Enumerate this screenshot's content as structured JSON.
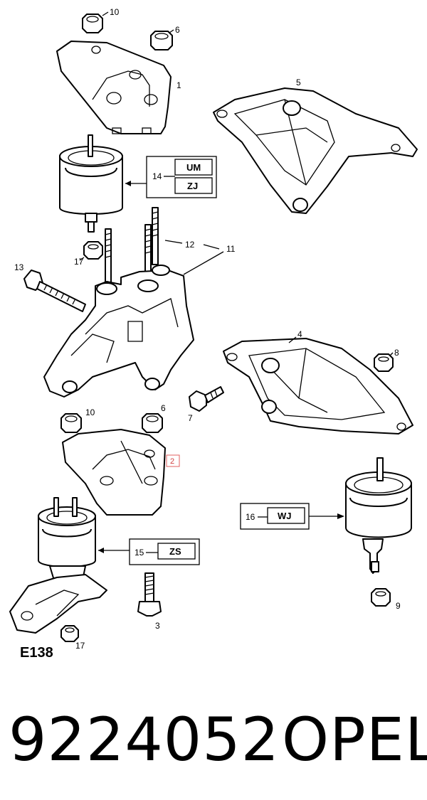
{
  "diagram": {
    "reference": "E138",
    "callouts": {
      "c1": "1",
      "c2": "2",
      "c3": "3",
      "c4": "4",
      "c5": "5",
      "c6a": "6",
      "c6b": "6",
      "c7": "7",
      "c8": "8",
      "c9": "9",
      "c10a": "10",
      "c10b": "10",
      "c11": "11",
      "c12": "12",
      "c13": "13",
      "c14": "14",
      "c15": "15",
      "c16": "16",
      "c17a": "17",
      "c17b": "17"
    },
    "codes": {
      "um": "UM",
      "zj": "ZJ",
      "zs": "ZS",
      "wj": "WJ"
    }
  },
  "footer": {
    "part_number": "9224052",
    "brand": "OPEL"
  }
}
